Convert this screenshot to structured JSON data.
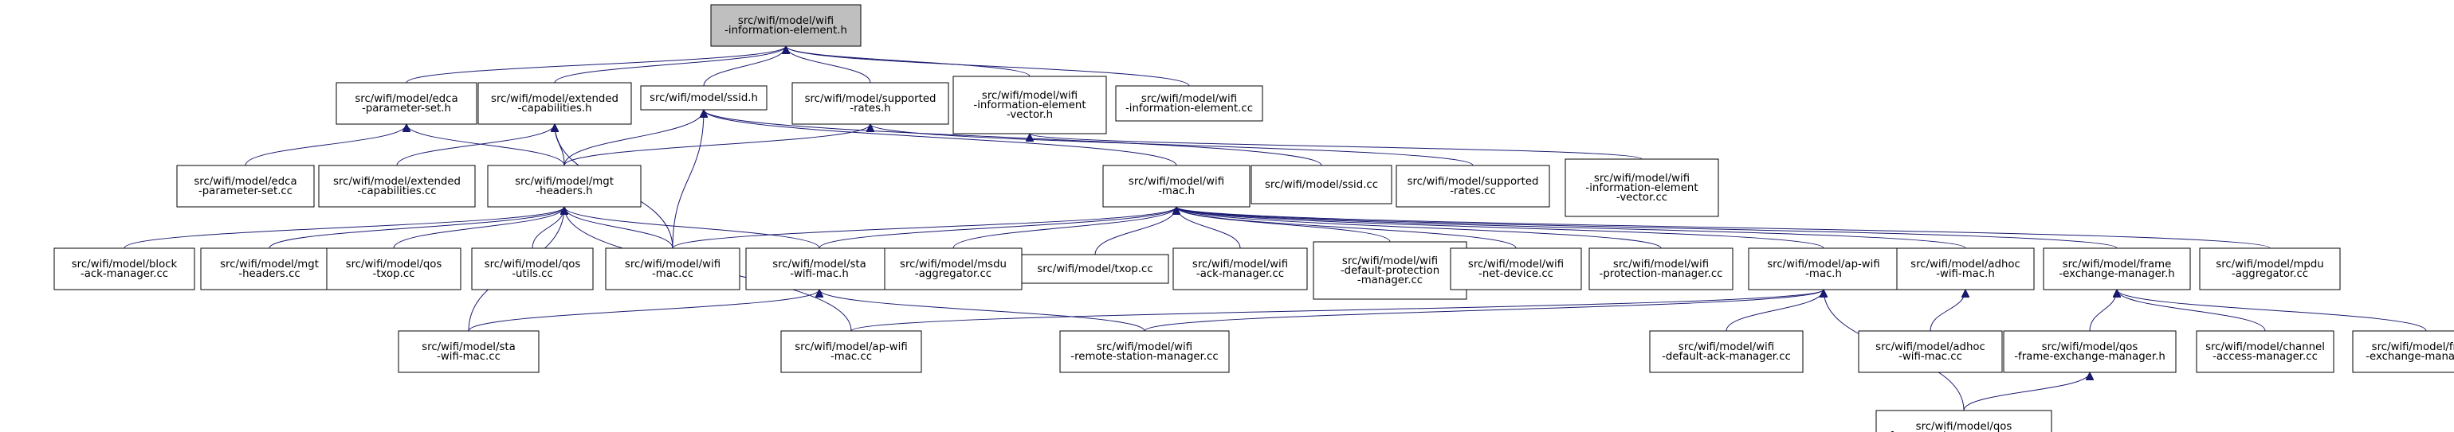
{
  "diagram": {
    "type": "include-dependency-graph",
    "root": "information-element-h",
    "colors": {
      "edge": "#191970",
      "root_fill": "#bfbfbf",
      "node_fill": "#ffffff",
      "node_border": "#000000"
    },
    "nodes": [
      {
        "id": "information-element-h",
        "lines": [
          "src/wifi/model/wifi",
          "-information-element.h"
        ]
      },
      {
        "id": "edca-parameter-set-h",
        "lines": [
          "src/wifi/model/edca",
          "-parameter-set.h"
        ]
      },
      {
        "id": "extended-capabilities-h",
        "lines": [
          "src/wifi/model/extended",
          "-capabilities.h"
        ]
      },
      {
        "id": "ssid-h",
        "lines": [
          "src/wifi/model/ssid.h"
        ]
      },
      {
        "id": "supported-rates-h",
        "lines": [
          "src/wifi/model/supported",
          "-rates.h"
        ]
      },
      {
        "id": "information-element-vector-h",
        "lines": [
          "src/wifi/model/wifi",
          "-information-element",
          "-vector.h"
        ]
      },
      {
        "id": "information-element-cc",
        "lines": [
          "src/wifi/model/wifi",
          "-information-element.cc"
        ]
      },
      {
        "id": "edca-parameter-set-cc",
        "lines": [
          "src/wifi/model/edca",
          "-parameter-set.cc"
        ]
      },
      {
        "id": "extended-capabilities-cc",
        "lines": [
          "src/wifi/model/extended",
          "-capabilities.cc"
        ]
      },
      {
        "id": "mgt-headers-h",
        "lines": [
          "src/wifi/model/mgt",
          "-headers.h"
        ]
      },
      {
        "id": "wifi-mac-h",
        "lines": [
          "src/wifi/model/wifi",
          "-mac.h"
        ]
      },
      {
        "id": "ssid-cc",
        "lines": [
          "src/wifi/model/ssid.cc"
        ]
      },
      {
        "id": "supported-rates-cc",
        "lines": [
          "src/wifi/model/supported",
          "-rates.cc"
        ]
      },
      {
        "id": "information-element-vector-cc",
        "lines": [
          "src/wifi/model/wifi",
          "-information-element",
          "-vector.cc"
        ]
      },
      {
        "id": "block-ack-manager-cc",
        "lines": [
          "src/wifi/model/block",
          "-ack-manager.cc"
        ]
      },
      {
        "id": "mgt-headers-cc",
        "lines": [
          "src/wifi/model/mgt",
          "-headers.cc"
        ]
      },
      {
        "id": "qos-txop-cc",
        "lines": [
          "src/wifi/model/qos",
          "-txop.cc"
        ]
      },
      {
        "id": "qos-utils-cc",
        "lines": [
          "src/wifi/model/qos",
          "-utils.cc"
        ]
      },
      {
        "id": "wifi-mac-cc",
        "lines": [
          "src/wifi/model/wifi",
          "-mac.cc"
        ]
      },
      {
        "id": "sta-wifi-mac-h",
        "lines": [
          "src/wifi/model/sta",
          "-wifi-mac.h"
        ]
      },
      {
        "id": "msdu-aggregator-cc",
        "lines": [
          "src/wifi/model/msdu",
          "-aggregator.cc"
        ]
      },
      {
        "id": "txop-cc",
        "lines": [
          "src/wifi/model/txop.cc"
        ]
      },
      {
        "id": "wifi-ack-manager-cc",
        "lines": [
          "src/wifi/model/wifi",
          "-ack-manager.cc"
        ]
      },
      {
        "id": "default-protection-manager-cc",
        "lines": [
          "src/wifi/model/wifi",
          "-default-protection",
          "-manager.cc"
        ]
      },
      {
        "id": "wifi-net-device-cc",
        "lines": [
          "src/wifi/model/wifi",
          "-net-device.cc"
        ]
      },
      {
        "id": "wifi-protection-manager-cc",
        "lines": [
          "src/wifi/model/wifi",
          "-protection-manager.cc"
        ]
      },
      {
        "id": "ap-wifi-mac-h",
        "lines": [
          "src/wifi/model/ap-wifi",
          "-mac.h"
        ]
      },
      {
        "id": "adhoc-wifi-mac-h",
        "lines": [
          "src/wifi/model/adhoc",
          "-wifi-mac.h"
        ]
      },
      {
        "id": "frame-exchange-manager-h",
        "lines": [
          "src/wifi/model/frame",
          "-exchange-manager.h"
        ]
      },
      {
        "id": "mpdu-aggregator-cc",
        "lines": [
          "src/wifi/model/mpdu",
          "-aggregator.cc"
        ]
      },
      {
        "id": "sta-wifi-mac-cc",
        "lines": [
          "src/wifi/model/sta",
          "-wifi-mac.cc"
        ]
      },
      {
        "id": "ap-wifi-mac-cc",
        "lines": [
          "src/wifi/model/ap-wifi",
          "-mac.cc"
        ]
      },
      {
        "id": "remote-station-manager-cc",
        "lines": [
          "src/wifi/model/wifi",
          "-remote-station-manager.cc"
        ]
      },
      {
        "id": "default-ack-manager-cc",
        "lines": [
          "src/wifi/model/wifi",
          "-default-ack-manager.cc"
        ]
      },
      {
        "id": "adhoc-wifi-mac-cc",
        "lines": [
          "src/wifi/model/adhoc",
          "-wifi-mac.cc"
        ]
      },
      {
        "id": "qos-fem-h",
        "lines": [
          "src/wifi/model/qos",
          "-frame-exchange-manager.h"
        ]
      },
      {
        "id": "channel-access-manager-cc",
        "lines": [
          "src/wifi/model/channel",
          "-access-manager.cc"
        ]
      },
      {
        "id": "frame-exchange-manager-cc",
        "lines": [
          "src/wifi/model/frame",
          "-exchange-manager.cc"
        ]
      },
      {
        "id": "qos-fem-cc",
        "lines": [
          "src/wifi/model/qos",
          "-frame-exchange-manager.cc"
        ]
      }
    ],
    "edges": [
      [
        "edca-parameter-set-h",
        "information-element-h"
      ],
      [
        "extended-capabilities-h",
        "information-element-h"
      ],
      [
        "ssid-h",
        "information-element-h"
      ],
      [
        "supported-rates-h",
        "information-element-h"
      ],
      [
        "information-element-vector-h",
        "information-element-h"
      ],
      [
        "information-element-cc",
        "information-element-h"
      ],
      [
        "edca-parameter-set-cc",
        "edca-parameter-set-h"
      ],
      [
        "mgt-headers-h",
        "edca-parameter-set-h"
      ],
      [
        "extended-capabilities-cc",
        "extended-capabilities-h"
      ],
      [
        "mgt-headers-h",
        "extended-capabilities-h"
      ],
      [
        "wifi-mac-cc",
        "extended-capabilities-h"
      ],
      [
        "mgt-headers-h",
        "ssid-h"
      ],
      [
        "wifi-mac-h",
        "ssid-h"
      ],
      [
        "ssid-cc",
        "ssid-h"
      ],
      [
        "wifi-mac-cc",
        "ssid-h"
      ],
      [
        "mgt-headers-h",
        "supported-rates-h"
      ],
      [
        "supported-rates-cc",
        "supported-rates-h"
      ],
      [
        "information-element-vector-cc",
        "information-element-vector-h"
      ],
      [
        "block-ack-manager-cc",
        "mgt-headers-h"
      ],
      [
        "mgt-headers-cc",
        "mgt-headers-h"
      ],
      [
        "qos-txop-cc",
        "mgt-headers-h"
      ],
      [
        "qos-utils-cc",
        "mgt-headers-h"
      ],
      [
        "wifi-mac-cc",
        "mgt-headers-h"
      ],
      [
        "sta-wifi-mac-h",
        "mgt-headers-h"
      ],
      [
        "sta-wifi-mac-cc",
        "mgt-headers-h"
      ],
      [
        "ap-wifi-mac-cc",
        "mgt-headers-h"
      ],
      [
        "wifi-mac-cc",
        "wifi-mac-h"
      ],
      [
        "sta-wifi-mac-h",
        "wifi-mac-h"
      ],
      [
        "msdu-aggregator-cc",
        "wifi-mac-h"
      ],
      [
        "txop-cc",
        "wifi-mac-h"
      ],
      [
        "wifi-ack-manager-cc",
        "wifi-mac-h"
      ],
      [
        "default-protection-manager-cc",
        "wifi-mac-h"
      ],
      [
        "wifi-net-device-cc",
        "wifi-mac-h"
      ],
      [
        "wifi-protection-manager-cc",
        "wifi-mac-h"
      ],
      [
        "ap-wifi-mac-h",
        "wifi-mac-h"
      ],
      [
        "adhoc-wifi-mac-h",
        "wifi-mac-h"
      ],
      [
        "frame-exchange-manager-h",
        "wifi-mac-h"
      ],
      [
        "mpdu-aggregator-cc",
        "wifi-mac-h"
      ],
      [
        "sta-wifi-mac-cc",
        "sta-wifi-mac-h"
      ],
      [
        "remote-station-manager-cc",
        "sta-wifi-mac-h"
      ],
      [
        "ap-wifi-mac-cc",
        "ap-wifi-mac-h"
      ],
      [
        "remote-station-manager-cc",
        "ap-wifi-mac-h"
      ],
      [
        "default-ack-manager-cc",
        "ap-wifi-mac-h"
      ],
      [
        "qos-fem-cc",
        "ap-wifi-mac-h"
      ],
      [
        "adhoc-wifi-mac-cc",
        "adhoc-wifi-mac-h"
      ],
      [
        "qos-fem-h",
        "frame-exchange-manager-h"
      ],
      [
        "channel-access-manager-cc",
        "frame-exchange-manager-h"
      ],
      [
        "frame-exchange-manager-cc",
        "frame-exchange-manager-h"
      ],
      [
        "qos-fem-cc",
        "qos-fem-h"
      ]
    ]
  }
}
